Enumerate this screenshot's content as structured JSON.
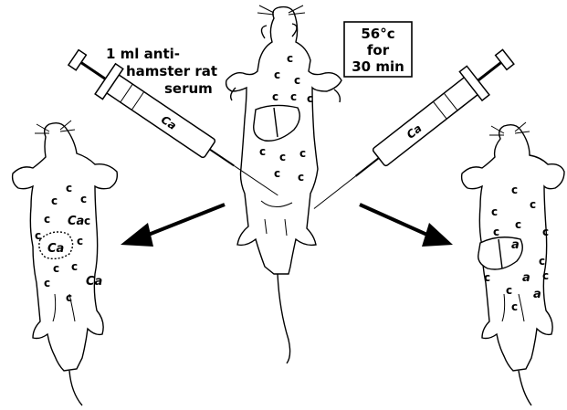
{
  "labels": {
    "injection_line1": "1 ml anti-",
    "injection_line2": "hamster rat",
    "injection_line3": "serum",
    "heat_line1": "56°c",
    "heat_line2": "for",
    "heat_line3": "30 min"
  },
  "syringes": {
    "left_label": "Ca",
    "right_label": "Ca"
  },
  "center_hamster": {
    "marks": [
      "c",
      "c",
      "c",
      "c",
      "c",
      "c",
      "c",
      "c",
      "c",
      "c",
      "c"
    ]
  },
  "left_hamster": {
    "marks": [
      "c",
      "c",
      "c",
      "Ca",
      "c",
      "c",
      "Ca",
      "c",
      "c",
      "c",
      "c",
      "c",
      "Ca",
      "c"
    ]
  },
  "right_hamster": {
    "marks": [
      "c",
      "c",
      "c",
      "c",
      "a",
      "c",
      "c",
      "c",
      "c",
      "a",
      "c",
      "c",
      "a",
      "c"
    ]
  },
  "colors": {
    "ink": "#000000",
    "background": "#ffffff"
  }
}
